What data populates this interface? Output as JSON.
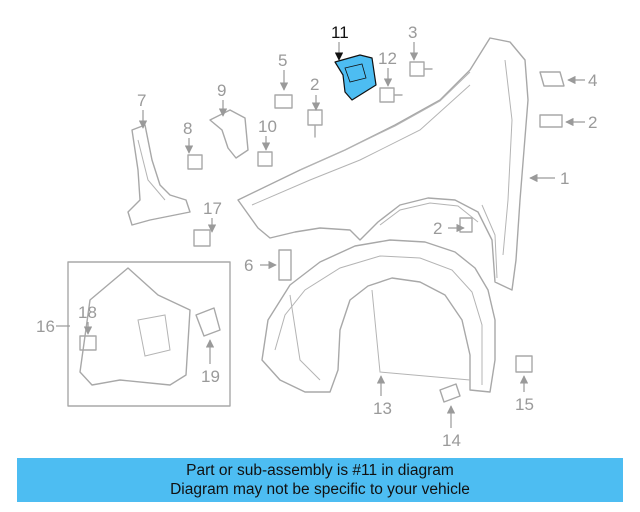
{
  "colors": {
    "highlight": "#4dbdf2",
    "banner": "#4dbdf2",
    "line": "#a8a8a8",
    "label": "#9a9a9a",
    "highlight_label": "#111111"
  },
  "highlighted_part": "11",
  "callouts": {
    "c1": "1",
    "c2a": "2",
    "c2b": "2",
    "c2c": "2",
    "c3": "3",
    "c4": "4",
    "c5": "5",
    "c6": "6",
    "c7": "7",
    "c8": "8",
    "c9": "9",
    "c10": "10",
    "c11": "11",
    "c12": "12",
    "c13": "13",
    "c14": "14",
    "c15": "15",
    "c16": "16",
    "c17": "17",
    "c18": "18",
    "c19": "19"
  },
  "banner": {
    "line1": "Part or sub-assembly is #11 in diagram",
    "line2": "Diagram may not be specific to your vehicle"
  }
}
